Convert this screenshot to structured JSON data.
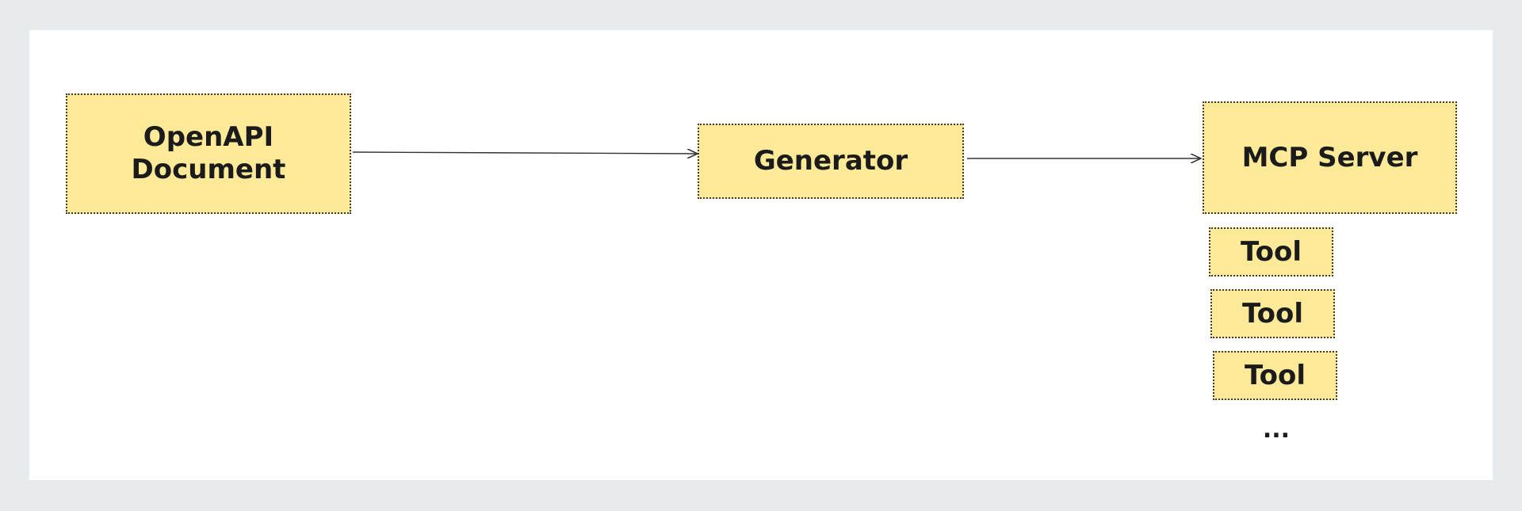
{
  "diagram": {
    "openapi_label": "OpenAPI\nDocument",
    "generator_label": "Generator",
    "mcp_server_label": "MCP Server",
    "tools": [
      "Tool",
      "Tool",
      "Tool"
    ],
    "ellipsis": "..."
  },
  "colors": {
    "box_fill": "#fcea98",
    "box_border": "#3a3a3a",
    "frame": "#e8ebee",
    "canvas": "#ffffff",
    "arrow": "#333333"
  }
}
